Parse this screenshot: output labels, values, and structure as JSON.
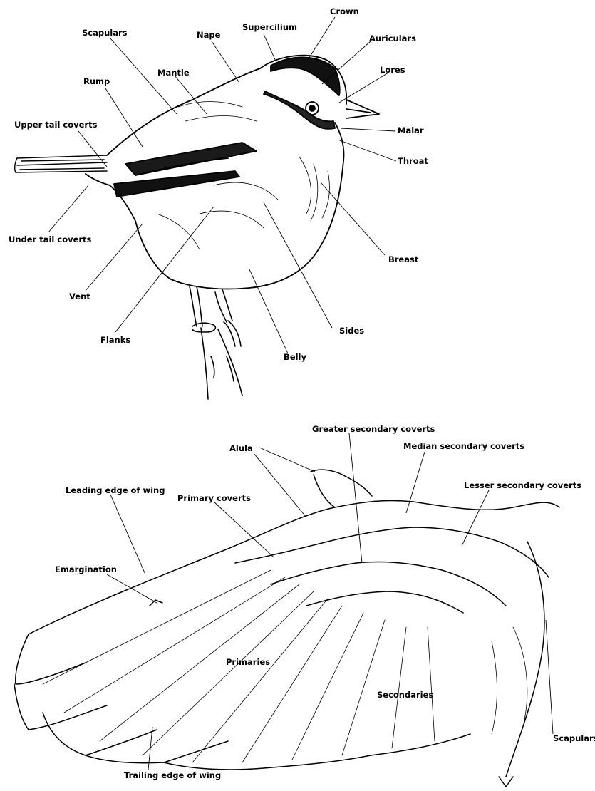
{
  "bird_labels": {
    "crown": "Crown",
    "supercilium": "Supercilium",
    "nape": "Nape",
    "scapulars": "Scapulars",
    "auriculars": "Auriculars",
    "mantle": "Mantle",
    "lores": "Lores",
    "rump": "Rump",
    "upper_tail_coverts": "Upper tail coverts",
    "malar": "Malar",
    "throat": "Throat",
    "under_tail_coverts": "Under tail coverts",
    "breast": "Breast",
    "vent": "Vent",
    "sides": "Sides",
    "flanks": "Flanks",
    "belly": "Belly"
  },
  "wing_labels": {
    "greater_secondary_coverts": "Greater secondary coverts",
    "alula": "Alula",
    "median_secondary_coverts": "Median secondary coverts",
    "leading_edge": "Leading edge of wing",
    "lesser_secondary_coverts": "Lesser secondary coverts",
    "primary_coverts": "Primary coverts",
    "emargination": "Emargination",
    "primaries": "Primaries",
    "secondaries": "Secondaries",
    "scapulars": "Scapulars",
    "trailing_edge": "Trailing edge of wing"
  }
}
